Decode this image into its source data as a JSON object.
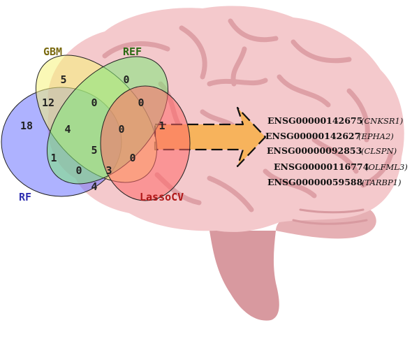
{
  "venn": {
    "sets": [
      {
        "name": "RF",
        "color": "#2f2fb0",
        "fill": "#6b73ff"
      },
      {
        "name": "GBM",
        "color": "#7a6a10",
        "fill": "#f5f27a"
      },
      {
        "name": "REF",
        "color": "#2a6a12",
        "fill": "#7fe87a"
      },
      {
        "name": "LassoCV",
        "color": "#b01818",
        "fill": "#ff6a6a"
      }
    ],
    "regions": {
      "RF_only": "18",
      "GBM_only": "5",
      "REF_only": "0",
      "LassoCV_only": "1",
      "RF_GBM": "12",
      "GBM_REF": "0",
      "REF_LassoCV": "0",
      "RF_LassoCV": "4",
      "RF_GBM_REF": "4",
      "GBM_REF_LassoCV": "0",
      "RF_REF": "1",
      "GBM_LassoCV": "0",
      "RF_GBM_LassoCV": "0",
      "RF_REF_LassoCV": "3",
      "all_four": "5"
    }
  },
  "genes": [
    {
      "id": "ENSG00000142675",
      "symbol": "(CNKSR1)"
    },
    {
      "id": "ENSG00000142627",
      "symbol": "(EPHA2)"
    },
    {
      "id": "ENSG00000092853",
      "symbol": "(CLSPN)"
    },
    {
      "id": "ENSG00000116774",
      "symbol": "(OLFML3)"
    },
    {
      "id": "ENSG00000059588",
      "symbol": "(TARBP1)"
    }
  ],
  "colors": {
    "brain": "#f4c9cc",
    "brain_fold": "#dea0a6",
    "cerebellum": "#e6b0b4",
    "stem": "#d8999f",
    "arrow": "#f7b35c"
  }
}
